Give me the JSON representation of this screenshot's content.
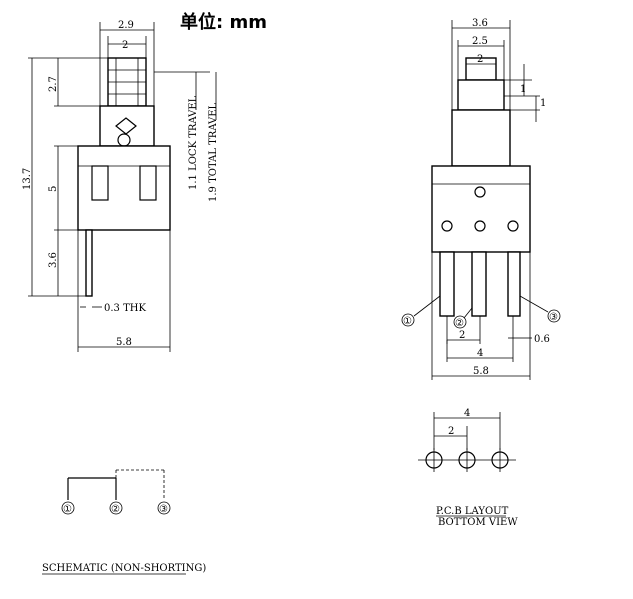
{
  "unit_label": "单位: mm",
  "side_view": {
    "dims": {
      "top_width": "2.9",
      "inner_width": "2",
      "stem_height": "2.7",
      "total_height": "13.7",
      "body_height": "5",
      "pin_length": "3.6",
      "thickness": "0.3 THK",
      "base_width": "5.8"
    },
    "notes": [
      "1.1 LOCK TRAVEL",
      "1.9 TOTAL TRAVEL"
    ]
  },
  "front_view": {
    "dims": {
      "top_width": "3.6",
      "mid_width": "2.5",
      "stem_width": "2",
      "step1": "1",
      "step2": "1",
      "pin_pitch_half": "2",
      "pin_pitch": "4",
      "pin_width": "0.6",
      "base_width": "5.8"
    },
    "pins": [
      "①",
      "②",
      "③"
    ]
  },
  "pcb_layout": {
    "dims": {
      "outer": "4",
      "inner": "2"
    },
    "title": "P.C.B LAYOUT",
    "subtitle": "BOTTOM VIEW"
  },
  "schematic": {
    "pins": [
      "①",
      "②",
      "③"
    ],
    "title": "SCHEMATIC (NON-SHORTING)"
  }
}
